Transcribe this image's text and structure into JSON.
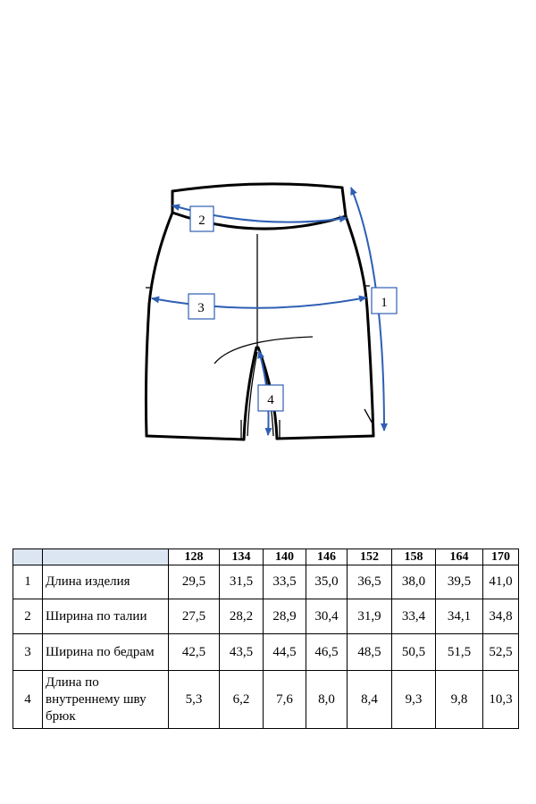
{
  "diagram": {
    "labels": [
      "1",
      "2",
      "3",
      "4"
    ],
    "colors": {
      "line": "#000000",
      "arrow": "#2e5fb4",
      "badge_border": "#2e5fb4"
    }
  },
  "table": {
    "sizes": [
      "128",
      "134",
      "140",
      "146",
      "152",
      "158",
      "164",
      "170"
    ],
    "rows": [
      {
        "num": "1",
        "name": "Длина изделия",
        "values": [
          "29,5",
          "31,5",
          "33,5",
          "35,0",
          "36,5",
          "38,0",
          "39,5",
          "41,0"
        ]
      },
      {
        "num": "2",
        "name": "Ширина по талии",
        "values": [
          "27,5",
          "28,2",
          "28,9",
          "30,4",
          "31,9",
          "33,4",
          "34,1",
          "34,8"
        ]
      },
      {
        "num": "3",
        "name": "Ширина по бедрам",
        "values": [
          "42,5",
          "43,5",
          "44,5",
          "46,5",
          "48,5",
          "50,5",
          "51,5",
          "52,5"
        ]
      },
      {
        "num": "4",
        "name": "Длина по внутреннему шву брюк",
        "values": [
          "5,3",
          "6,2",
          "7,6",
          "8,0",
          "8,4",
          "9,3",
          "9,8",
          "10,3"
        ]
      }
    ],
    "header_blank_color": "#dce6f2"
  }
}
